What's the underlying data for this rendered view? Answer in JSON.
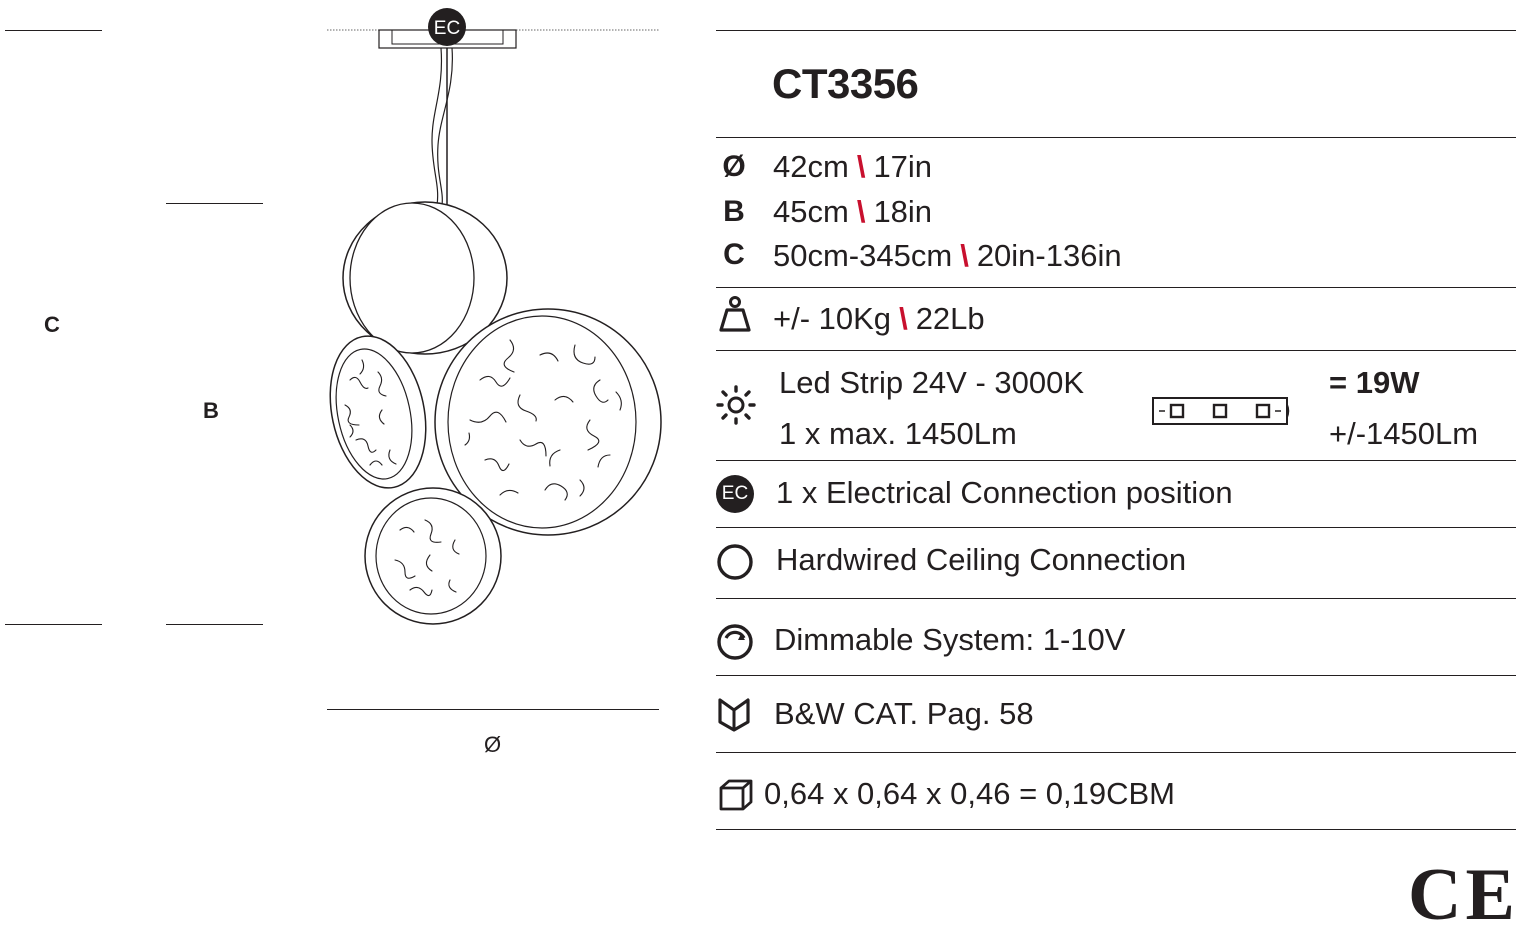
{
  "drawing": {
    "ec_badge": "EC",
    "label_c": "C",
    "label_b": "B",
    "label_diameter": "Ø"
  },
  "spec": {
    "model": "CT3356",
    "dimensions": [
      {
        "symbol": "Ø",
        "metric": "42cm",
        "imperial": "17in"
      },
      {
        "symbol": "B",
        "metric": "45cm",
        "imperial": "18in"
      },
      {
        "symbol": "C",
        "metric": "50cm-345cm",
        "imperial": "20in-136in"
      }
    ],
    "weight": {
      "metric": "+/- 10Kg",
      "imperial": "22Lb"
    },
    "light": {
      "line1": "Led Strip 24V -  3000K",
      "line2": "1 x max. 1450Lm",
      "power": "= 19W",
      "lumen": "+/-1450Lm"
    },
    "ec_badge": "EC",
    "electrical": "1 x Electrical Connection position",
    "ceiling": "Hardwired Ceiling Connection",
    "dimmable": "Dimmable System: 1-10V",
    "catalog": "B&W CAT. Pag. 58",
    "volume": "0,64 x 0,64 x 0,46 = 0,19CBM",
    "separator": "\\",
    "cert_mark": "CE"
  }
}
